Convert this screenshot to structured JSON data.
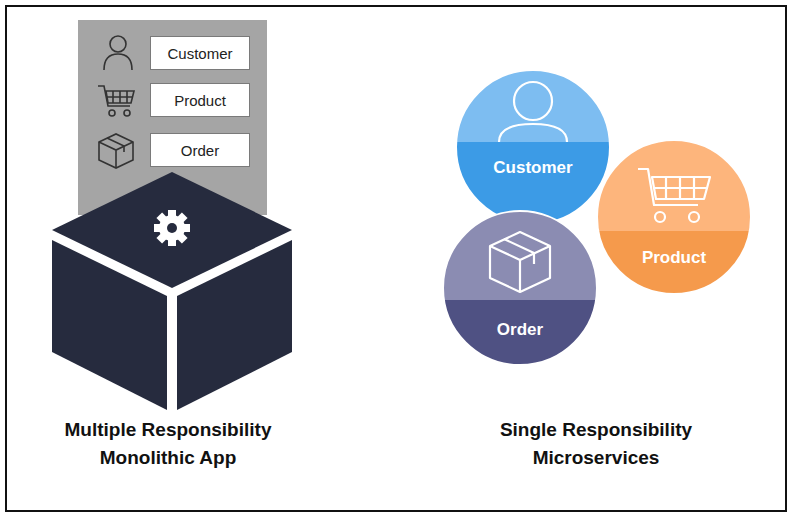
{
  "diagram": {
    "nodes": [
      {
        "text": [
          "Customer"
        ]
      },
      {
        "text": [
          "Product"
        ]
      },
      {
        "text": [
          "Order"
        ]
      },
      {
        "text": [
          "Customer"
        ]
      },
      {
        "text": [
          "Product"
        ]
      },
      {
        "text": [
          "Order"
        ]
      }
    ],
    "labels": [
      "Multiple Responsibility Monolithic App",
      "Single Responsibility Microservices"
    ]
  }
}
